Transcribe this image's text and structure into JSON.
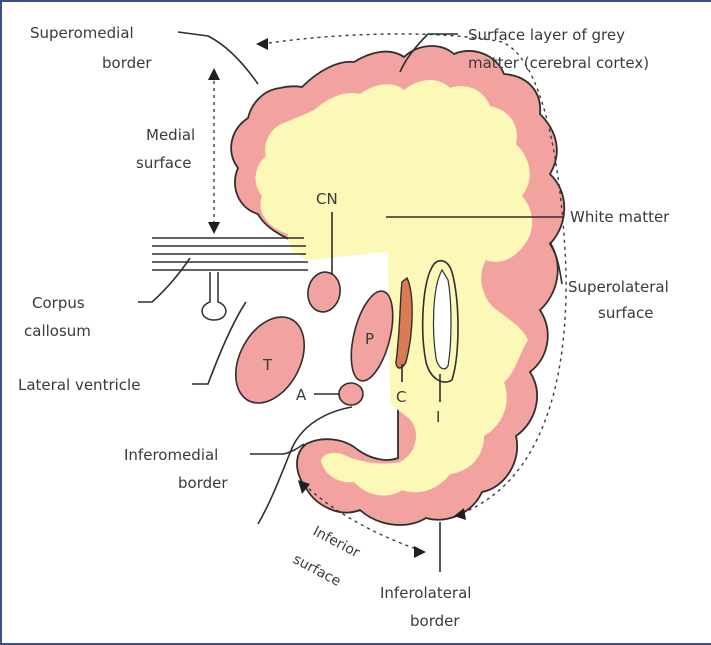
{
  "labels": {
    "superomedial_border": [
      "Superomedial",
      "border"
    ],
    "surface_layer": [
      "Surface layer of grey",
      "matter (cerebral cortex)"
    ],
    "medial_surface": [
      "Medial",
      "surface"
    ],
    "cn": "CN",
    "white_matter": "White matter",
    "corpus_callosum": [
      "Corpus",
      "callosum"
    ],
    "superolateral_surface": [
      "Superolateral",
      "surface"
    ],
    "p": "P",
    "t": "T",
    "lateral_ventricle": "Lateral ventricle",
    "a": "A",
    "c": "C",
    "i": "I",
    "inferomedial_border": [
      "Inferomedial",
      "border"
    ],
    "inferior_surface": [
      "Inferior",
      "surface"
    ],
    "inferolateral_border": [
      "Inferolateral",
      "border"
    ]
  },
  "colors": {
    "cortex": "#f2a3a0",
    "white_matter": "#fcf8b8",
    "nucleus_fill": "#f2a3a0",
    "claustrum": "#d97b55",
    "outline": "#2f2f2f",
    "frame": "#3b4f8a"
  }
}
